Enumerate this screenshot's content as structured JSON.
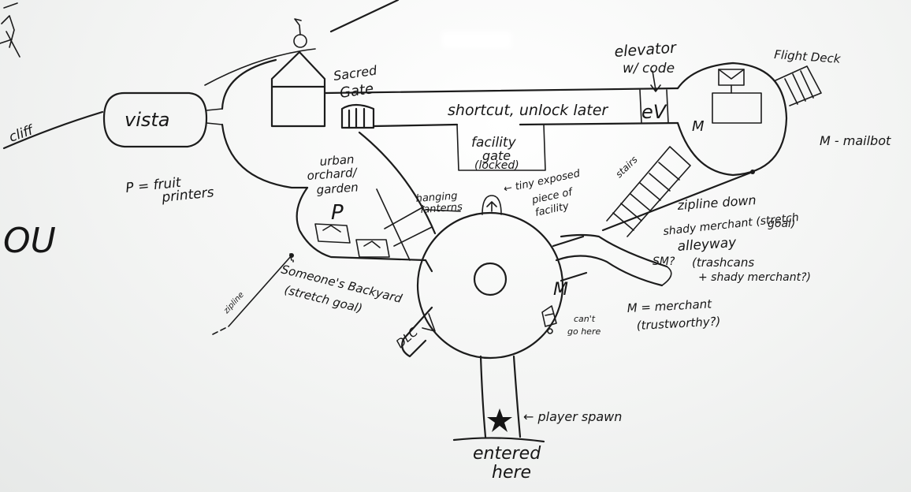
{
  "labels": {
    "cliff": "cliff",
    "vista": "vista",
    "fruit_printers_1": "P = fruit",
    "fruit_printers_2": "printers",
    "sacred_gate_1": "Sacred",
    "sacred_gate_2": "Gate",
    "shortcut": "shortcut, unlock later",
    "elevator_1": "elevator",
    "elevator_2": "w/ code",
    "ev": "eV",
    "flight_deck": "Flight Deck",
    "mailbot": "M - mailbot",
    "mailbot_marker": "M",
    "facility_gate_1": "facility",
    "facility_gate_2": "gate",
    "facility_gate_3": "(locked)",
    "orchard_1": "urban",
    "orchard_2": "orchard/",
    "orchard_3": "garden",
    "orchard_marker": "P",
    "lanterns_1": "hanging",
    "lanterns_2": "lanterns",
    "exposed_1": "← tiny exposed",
    "exposed_2": "piece of",
    "exposed_3": "facility",
    "stairs": "stairs",
    "zipline_down": "zipline down",
    "shady_1": "shady merchant (stretch",
    "shady_2": "goal)",
    "alleyway_1": "alleyway",
    "alleyway_2": "(trashcans",
    "alleyway_3": "+ shady merchant?)",
    "sm_marker": "SM?",
    "backyard_1": "Someone's Backyard",
    "backyard_2": "(stretch goal)",
    "zipline": "zipline",
    "merchant_marker": "M",
    "merchant_1": "M = merchant",
    "merchant_2": "(trustworthy?)",
    "cant_1": "can't",
    "cant_2": "go here",
    "dlc": "DLC",
    "player_spawn": "← player spawn",
    "entered_1": "entered",
    "entered_2": "here",
    "edge_text": "OU"
  }
}
